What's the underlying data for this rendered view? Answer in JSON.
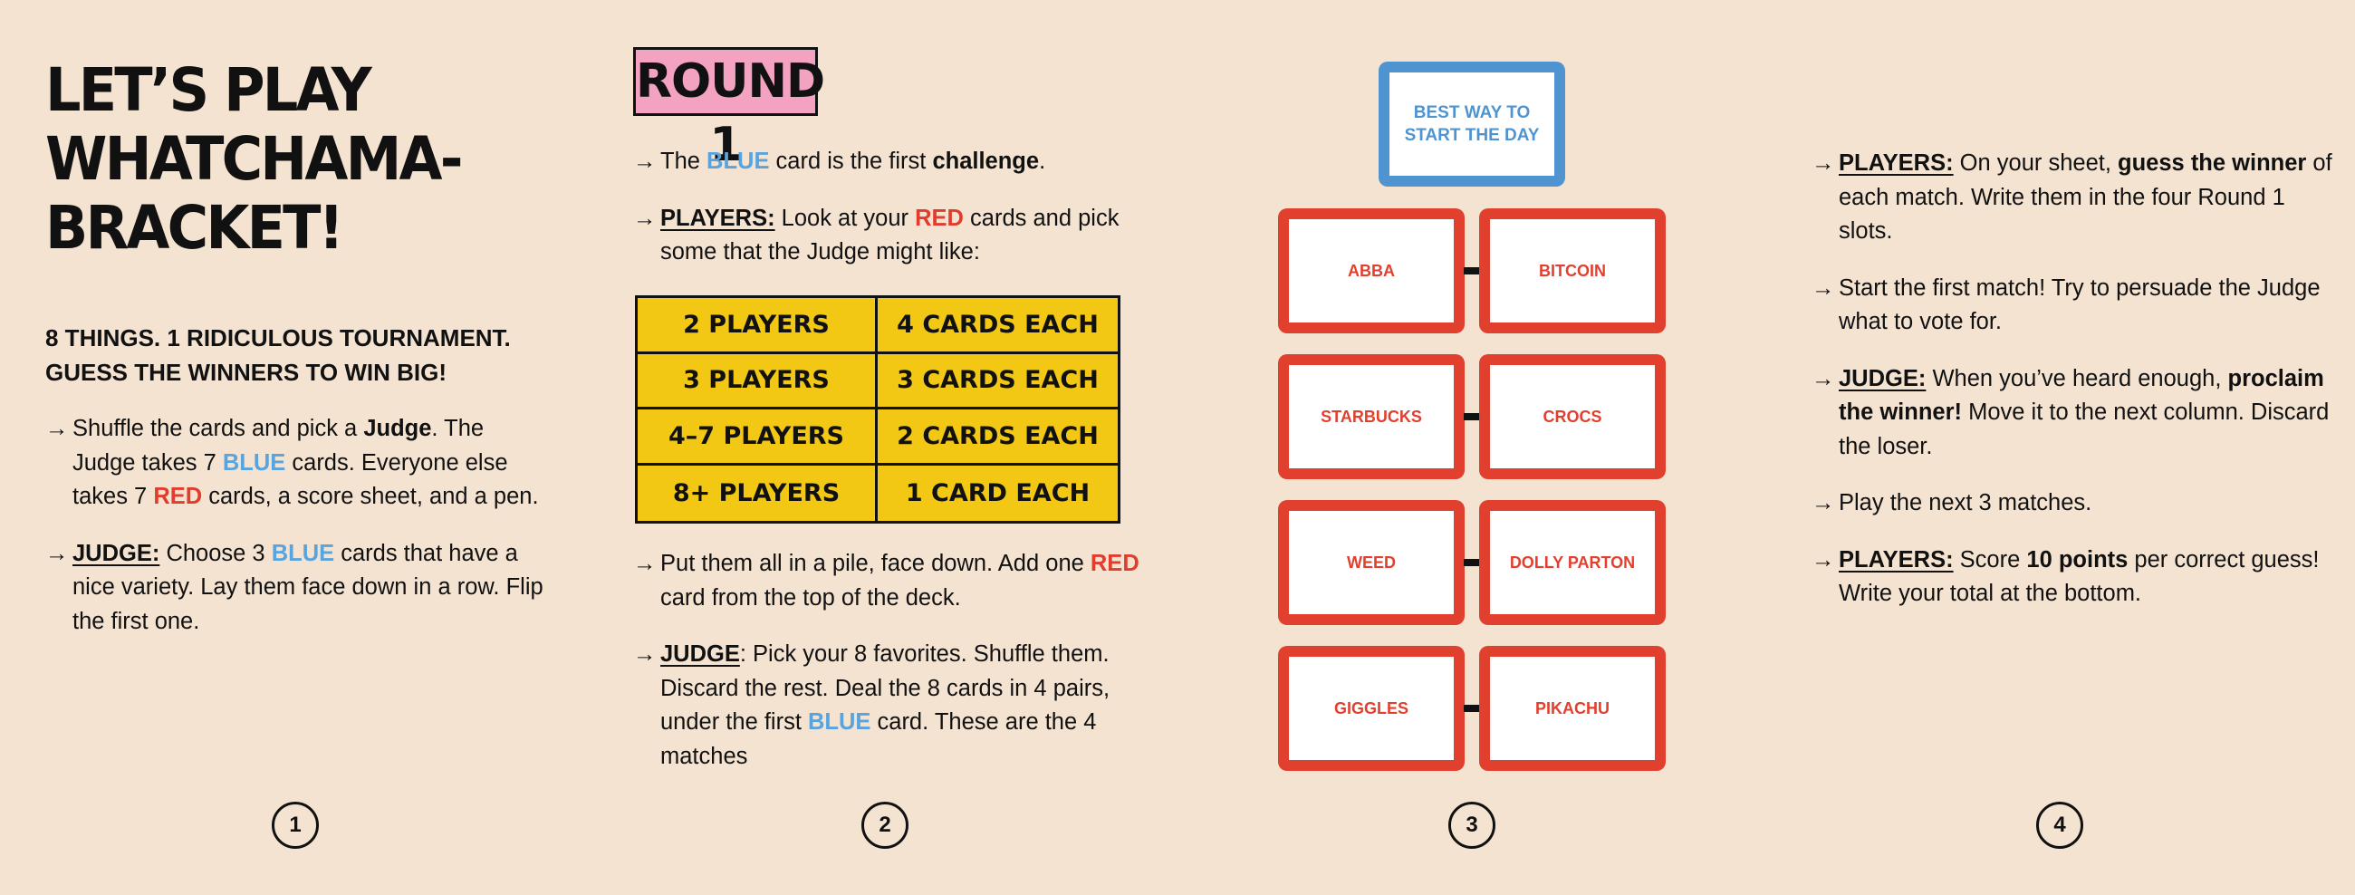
{
  "panel1": {
    "title_lines": [
      "LET’S PLAY",
      "WHATCHAMA-",
      "BRACKET!"
    ],
    "tagline_lines": [
      "8 THINGS. 1 RIDICULOUS TOURNAMENT.",
      "GUESS THE WINNERS TO WIN BIG!"
    ],
    "bullet1": {
      "t1": "Shuffle the cards and pick a ",
      "judge": "Judge",
      "t2": ". The Judge takes 7 ",
      "blue": "BLUE",
      "t3": " cards. Everyone else takes 7 ",
      "red": "RED",
      "t4": " cards, a score sheet, and a pen."
    },
    "bullet2": {
      "label": "JUDGE:",
      "t1": " Choose 3 ",
      "blue": "BLUE",
      "t2": " cards that have a nice variety. Lay them face down in a row. Flip the first one."
    },
    "page_number": "1"
  },
  "panel2": {
    "badge": "ROUND 1",
    "bullet1": {
      "t1": "The ",
      "blue": "BLUE",
      "t2": " card is the first ",
      "bold": "challenge",
      "t3": "."
    },
    "bullet2": {
      "label": "PLAYERS:",
      "t1": " Look at your ",
      "red": "RED",
      "t2": " cards and pick some that the Judge might like:"
    },
    "table": [
      [
        "2 PLAYERS",
        "4 CARDS EACH"
      ],
      [
        "3 PLAYERS",
        "3 CARDS EACH"
      ],
      [
        "4–7 PLAYERS",
        "2 CARDS EACH"
      ],
      [
        "8+ PLAYERS",
        "1 CARD EACH"
      ]
    ],
    "bullet3": {
      "t1": "Put them all in a pile, face down. Add one ",
      "red": "RED",
      "t2": " card from the top of the deck."
    },
    "bullet4": {
      "label": "JUDGE",
      "t1": ": Pick your 8 favorites. Shuffle them. Discard the rest. Deal the 8 cards in 4 pairs, under the first ",
      "blue": "BLUE",
      "t2": " card. These are the 4 matches"
    },
    "page_number": "2"
  },
  "panel3": {
    "blue_card": "BEST WAY TO START THE DAY",
    "pairs": [
      [
        "ABBA",
        "BITCOIN"
      ],
      [
        "STARBUCKS",
        "CROCS"
      ],
      [
        "WEED",
        "DOLLY PARTON"
      ],
      [
        "GIGGLES",
        "PIKACHU"
      ]
    ],
    "page_number": "3"
  },
  "panel4": {
    "bullet1": {
      "label": "PLAYERS:",
      "t1": " On your sheet, ",
      "bold": "guess the winner",
      "t2": " of each match. Write them in the four Round 1 slots."
    },
    "bullet2": {
      "t1": "Start the first match! Try to persuade the Judge what to vote for."
    },
    "bullet3": {
      "label": "JUDGE:",
      "t1": " When you’ve heard enough, ",
      "bold": "proclaim the winner!",
      "t2": " Move it to the next column. Discard the loser."
    },
    "bullet4": {
      "t1": "Play the next 3 matches."
    },
    "bullet5": {
      "label": "PLAYERS:",
      "t1": " Score ",
      "bold": "10 points",
      "t2": " per correct guess! Write your total at the bottom."
    },
    "page_number": "4"
  },
  "arrow": "→",
  "colors": {
    "background": "#f4e3d1",
    "blue": "#5aa4dd",
    "red": "#e23c2c",
    "yellow": "#f2c814",
    "pink": "#f3a2c2"
  }
}
